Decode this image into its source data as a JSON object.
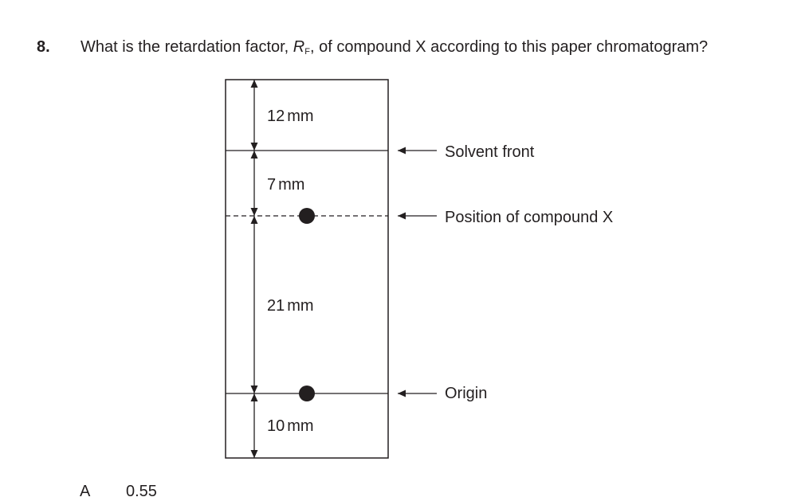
{
  "question": {
    "number": "8.",
    "text_before": "What is the retardation factor, ",
    "rf_symbol": "R",
    "rf_subscript": "F",
    "text_after": ", of compound X according to this paper chromatogram?"
  },
  "diagram": {
    "measurements": [
      {
        "value": "12",
        "unit": "mm"
      },
      {
        "value": "7",
        "unit": "mm"
      },
      {
        "value": "21",
        "unit": "mm"
      },
      {
        "value": "10",
        "unit": "mm"
      }
    ],
    "labels": {
      "solvent_front": "Solvent front",
      "compound_position": "Position of compound X",
      "origin": "Origin"
    }
  },
  "options": [
    {
      "letter": "A",
      "value": "0.55"
    }
  ]
}
